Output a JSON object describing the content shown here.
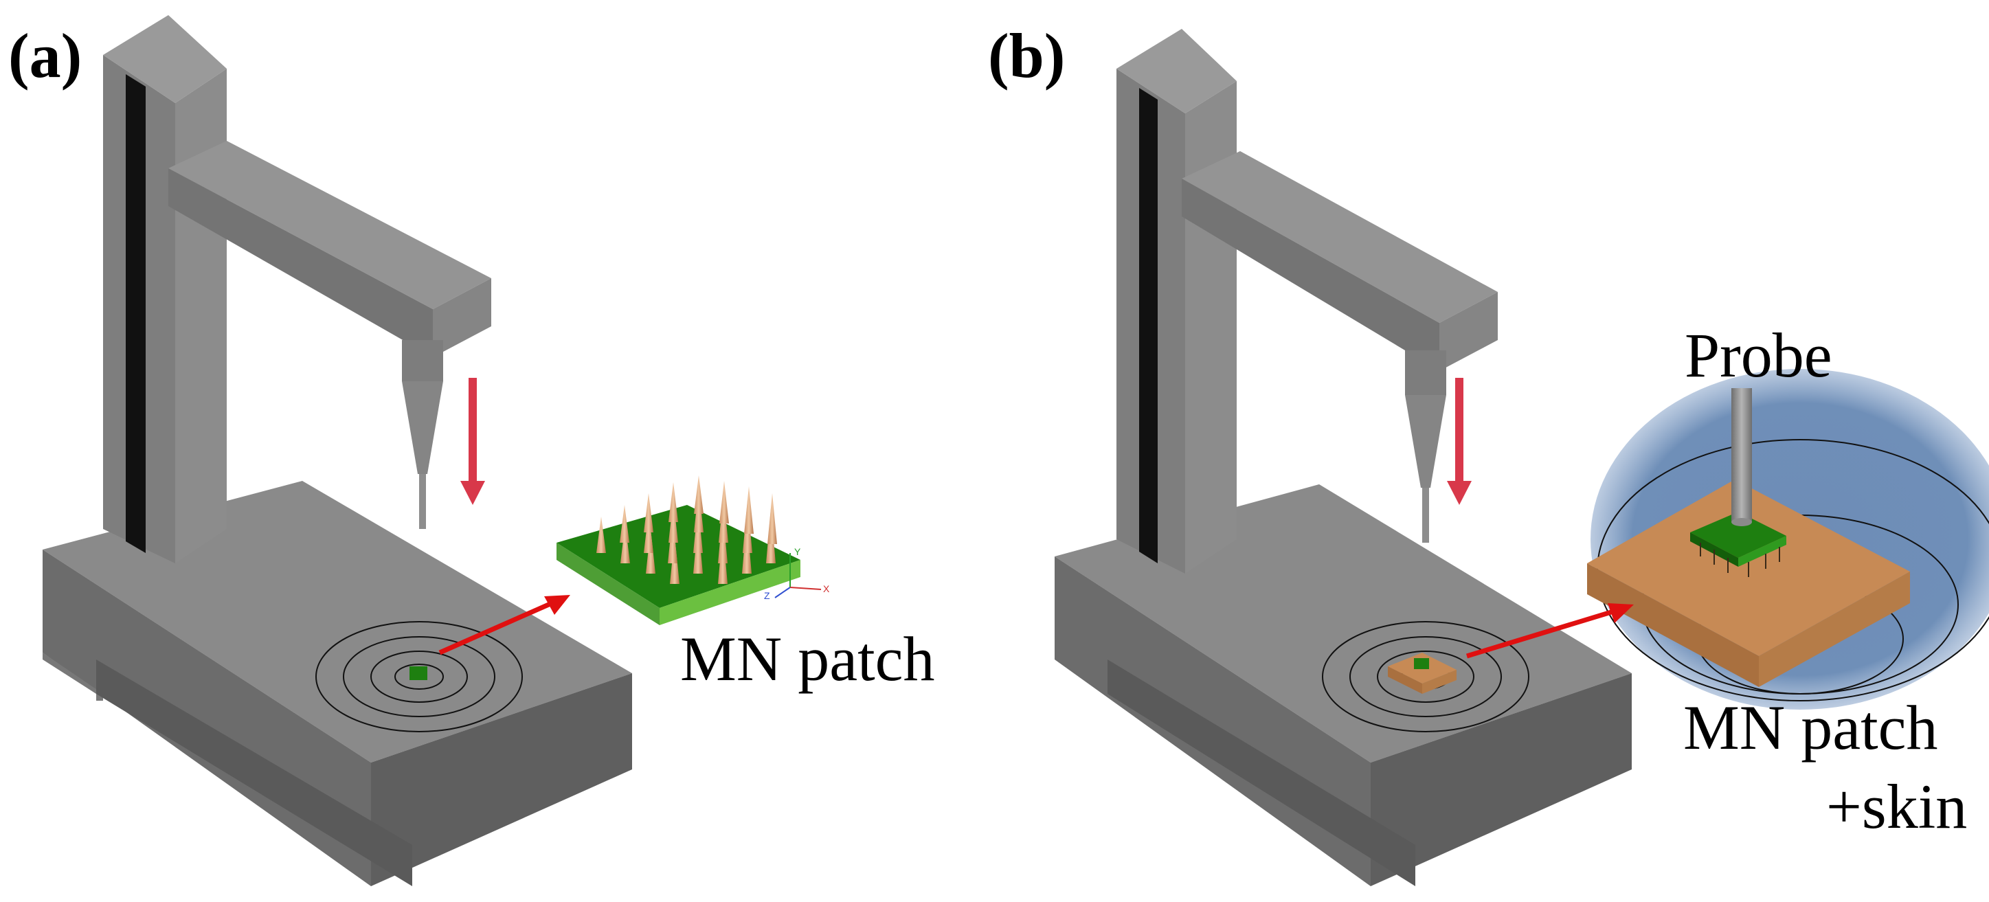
{
  "panels": [
    {
      "id": "a",
      "label": "(a)",
      "callout_label": "MN patch"
    },
    {
      "id": "b",
      "label": "(b)",
      "callout_label_top": "Probe",
      "callout_label_line1": "MN patch",
      "callout_label_line2": "+skin"
    }
  ],
  "colors": {
    "machine_light": "#8a8a8a",
    "machine_mid": "#7a7a7a",
    "machine_dark": "#6a6a6a",
    "rail": "#111111",
    "arrow_down": "#d8384a",
    "callout_arrow": "#e01010",
    "patch_green": "#1e7f10",
    "patch_green_light": "#6bc040",
    "needle": "#d9a27a",
    "skin": "#c78a55",
    "zoom_bg": "#6f8fb8"
  },
  "axis_triad": {
    "x": "X",
    "y": "Y",
    "z": "Z"
  }
}
